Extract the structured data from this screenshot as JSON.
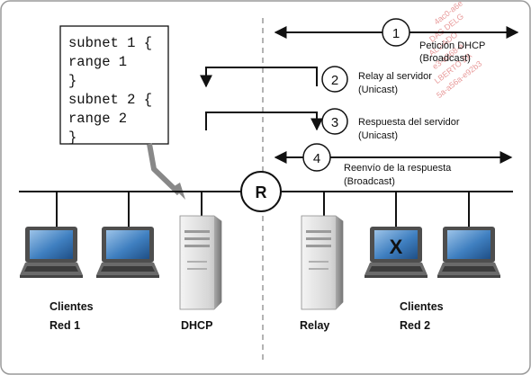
{
  "code_box": {
    "lines": [
      "subnet 1 {",
      "range 1",
      "}",
      "subnet 2 {",
      "range 2",
      "}"
    ]
  },
  "router": {
    "label": "R"
  },
  "steps": [
    {
      "number": "1",
      "line1": "Petición DHCP",
      "line2": "(Broadcast)"
    },
    {
      "number": "2",
      "line1": "Relay al servidor",
      "line2": "(Unicast)"
    },
    {
      "number": "3",
      "line1": "Respuesta del servidor",
      "line2": "(Unicast)"
    },
    {
      "number": "4",
      "line1": "Reenvío de la respuesta",
      "line2": "(Broadcast)"
    }
  ],
  "labels": {
    "clients1_line1": "Clientes",
    "clients1_line2": "Red 1",
    "dhcp": "DHCP",
    "relay": "Relay",
    "clients2_line1": "Clientes",
    "clients2_line2": "Red 2",
    "laptop_x": "X"
  },
  "watermark": {
    "lines": [
      "4ac0-a6e",
      "DAS DELG",
      "ALGADO",
      "e3-a568-a",
      "LBERTO ZA",
      "5a-a56a-e92b3"
    ]
  },
  "colors": {
    "line": "#111111",
    "dashed_divider": "#9a9a9a",
    "arrow_pointer": "#888888",
    "server_light": "#e2e2e2",
    "server_dark": "#8f8f8f",
    "laptop_frame": "#5a5a5a",
    "laptop_screen": "#2f6fb0",
    "watermark": "#e89a9a"
  }
}
